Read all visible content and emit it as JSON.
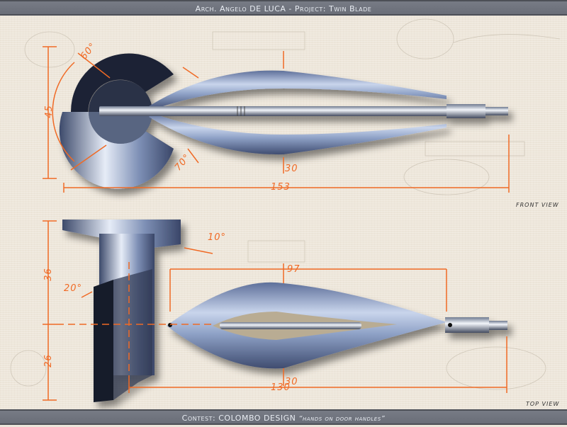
{
  "header": {
    "title": "Arch. Angelo DE LUCA - Project: Twin Blade"
  },
  "footer": {
    "contest_label": "Contest: COLOMBO DESIGN",
    "contest_theme": "“hands on door handles”"
  },
  "views": {
    "front": {
      "label": "FRONT VIEW",
      "dimensions": {
        "height": "45",
        "length": "153",
        "blade_gap": "30",
        "angle_top": "60°",
        "angle_bottom": "70°"
      }
    },
    "top": {
      "label": "TOP VIEW",
      "dimensions": {
        "height_upper": "36",
        "height_lower": "26",
        "blade_length": "97",
        "blade_gap": "30",
        "length": "130",
        "angle_flange": "10°",
        "angle_base": "20°"
      }
    }
  },
  "colors": {
    "accent": "#f06a25",
    "bar": "#6e727c",
    "paper": "#ede6da",
    "metal": "#8fa3c8",
    "dark": "#1d2436"
  }
}
